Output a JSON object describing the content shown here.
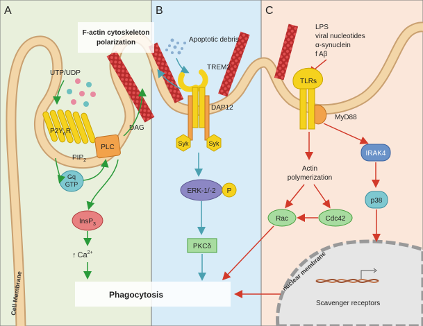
{
  "panels": {
    "a": {
      "letter": "A",
      "color": "#e9f0dc"
    },
    "b": {
      "letter": "B",
      "color": "#d8ecf8"
    },
    "c": {
      "letter": "C",
      "color": "#fbe7da"
    }
  },
  "labels": {
    "factin_line1": "F-actin cytoskeleton",
    "factin_line2": "polarization",
    "apoptotic_debris": "Apoptotic debris",
    "trem2": "TREM2",
    "dap12": "DAP12",
    "syk": "Syk",
    "erk": "ERK-1/-2",
    "phospho": "P",
    "pkc": "PKCδ",
    "utp_udp": "UTP/UDP",
    "p2y6r": "P2Y",
    "p2y6r_sub": "6",
    "p2y6r_end": "R",
    "pip2": "PIP",
    "pip2_sub": "2",
    "plc": "PLC",
    "dag": "DAG",
    "gq_line1": "Gq",
    "gq_line2": "GTP",
    "insp3": "InsP",
    "insp3_sub": "3",
    "ca_arrow": "↑",
    "ca": "Ca",
    "ca_sup": "2+",
    "cell_membrane": "Cell Membrane",
    "phagocytosis": "Phagocytosis",
    "ligands": [
      "LPS",
      "viral nucleotides",
      "α-synuclein",
      "f Aβ"
    ],
    "tlrs": "TLRs",
    "myd88": "MyD88",
    "actin_line1": "Actin",
    "actin_line2": "polymerization",
    "rac": "Rac",
    "cdc42": "Cdc42",
    "irak4": "IRAK4",
    "p38": "p38",
    "nuclear_membrane": "nuclear membrane",
    "scavenger": "Scavenger receptors"
  },
  "colors": {
    "membrane": "#f3d6a8",
    "membrane_edge": "#c9a070",
    "actin": "#cc3333",
    "green_arrow": "#2a9a3a",
    "teal_arrow": "#4aa0b0",
    "red_arrow": "#d23a2a",
    "receptor_yellow": "#f5d21e",
    "receptor_edge": "#c8a400",
    "orange": "#f2a24a",
    "nucleus": "#e6e6e6"
  }
}
